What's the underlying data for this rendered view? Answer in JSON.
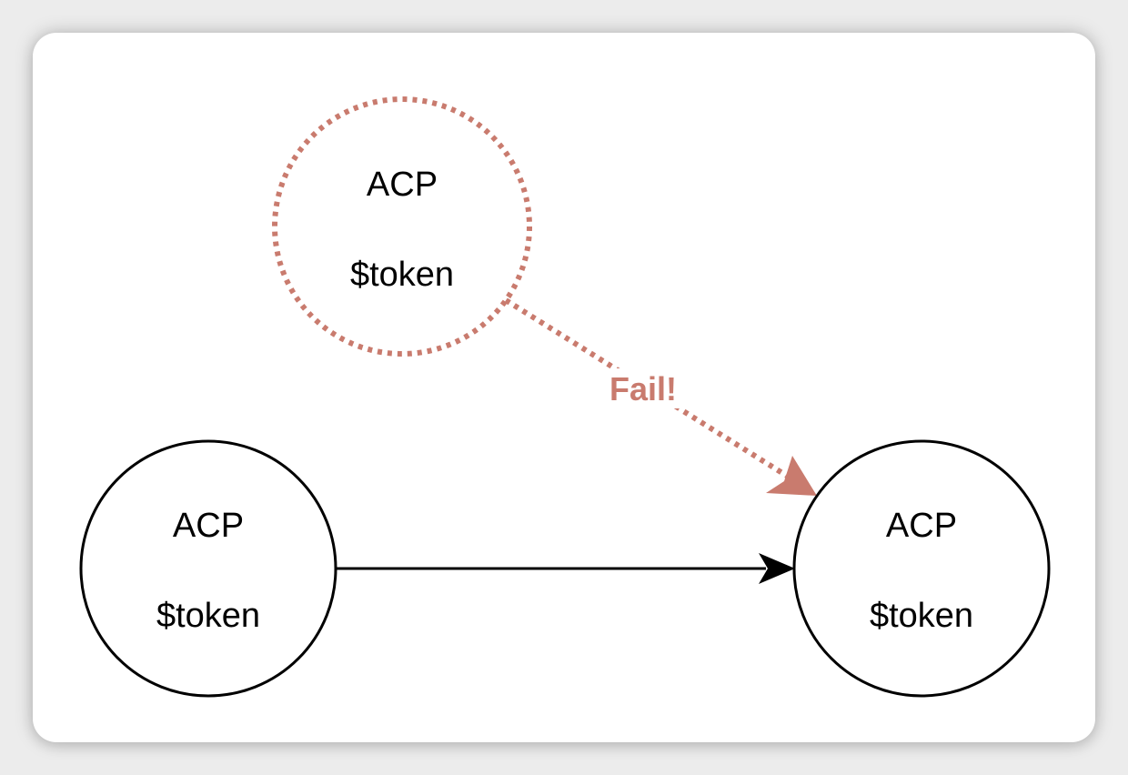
{
  "nodes": [
    {
      "id": "failed",
      "title": "ACP",
      "subtitle": "$token",
      "style": "dotted"
    },
    {
      "id": "source",
      "title": "ACP",
      "subtitle": "$token",
      "style": "solid"
    },
    {
      "id": "target",
      "title": "ACP",
      "subtitle": "$token",
      "style": "solid"
    }
  ],
  "edges": [
    {
      "from": "source",
      "to": "target",
      "style": "solid",
      "label": ""
    },
    {
      "from": "failed",
      "to": "target",
      "style": "dotted",
      "label": "Fail!"
    }
  ],
  "colors": {
    "failure": "#c97b6e",
    "stroke": "#000000",
    "card_background": "#ffffff",
    "page_background": "#ececec"
  }
}
